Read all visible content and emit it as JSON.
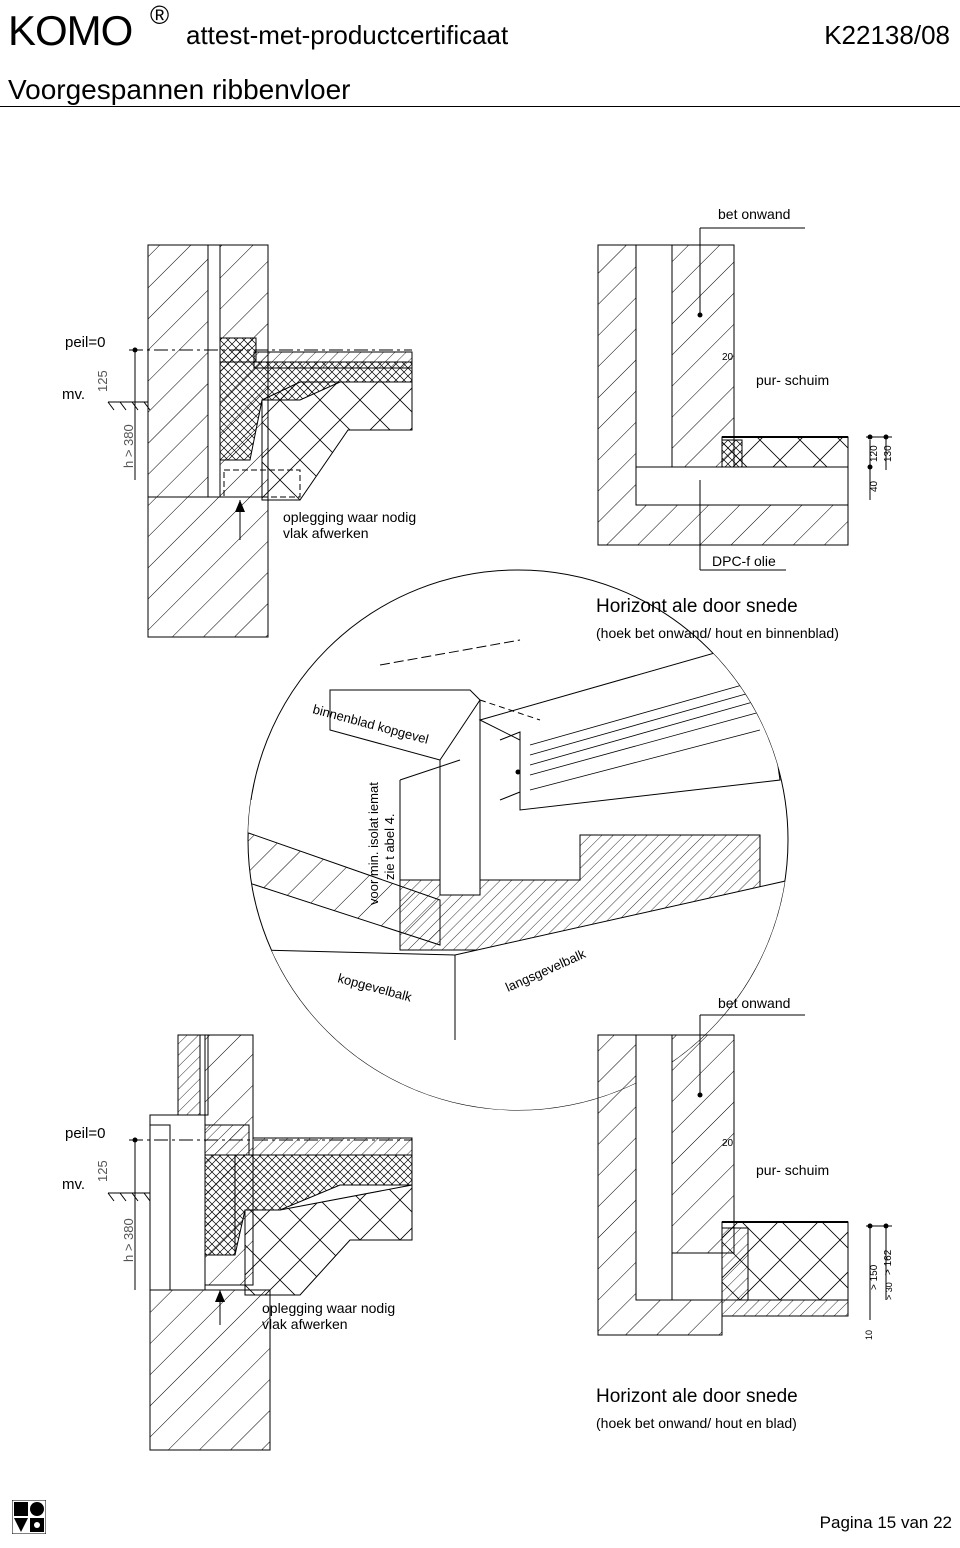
{
  "header": {
    "brand": "KOMO",
    "registered": "®",
    "doc_type": "attest-met-productcertificaat",
    "doc_number": "K22138/08",
    "subtitle": "Voorgespannen ribbenvloer"
  },
  "detail_top_left": {
    "peil": "peil=0",
    "mv": "mv.",
    "dim_125": "125",
    "dim_h380": "h > 380",
    "note_line1": "oplegging waar nodig",
    "note_line2": "vlak afwerken"
  },
  "detail_top_right": {
    "betonwand": "bet onwand",
    "dim_20": "20",
    "pur": "pur- schuim",
    "dim_40": "40",
    "dim_120": "120",
    "dim_130": "130",
    "dpc": "DPC-f olie",
    "caption_title": "Horizont ale door snede",
    "caption_sub": "(hoek bet onwand/ hout en binnenblad)"
  },
  "detail_circle": {
    "binnenblad": "binnenblad kopgevel",
    "isolatie_line1": "voor min. isolat iemat",
    "isolatie_line2": "zie t abel 4.",
    "kopgevelbalk": "kopgevelbalk",
    "langsgevelbalk": "langsgevelbalk"
  },
  "detail_bottom_left": {
    "peil": "peil=0",
    "mv": "mv.",
    "dim_125": "125",
    "dim_h380": "h > 380",
    "note_line1": "oplegging waar nodig",
    "note_line2": "vlak afwerken"
  },
  "detail_bottom_right": {
    "betonwand": "bet onwand",
    "dim_20": "20",
    "pur": "pur- schuim",
    "dim_150": "> 150",
    "dim_162": "> 162",
    "dim_10": "10",
    "dim_30": "> 30",
    "caption_title": "Horizont ale door snede",
    "caption_sub": "(hoek bet onwand/ hout en blad)"
  },
  "footer": {
    "page": "Pagina 15 van 22"
  }
}
